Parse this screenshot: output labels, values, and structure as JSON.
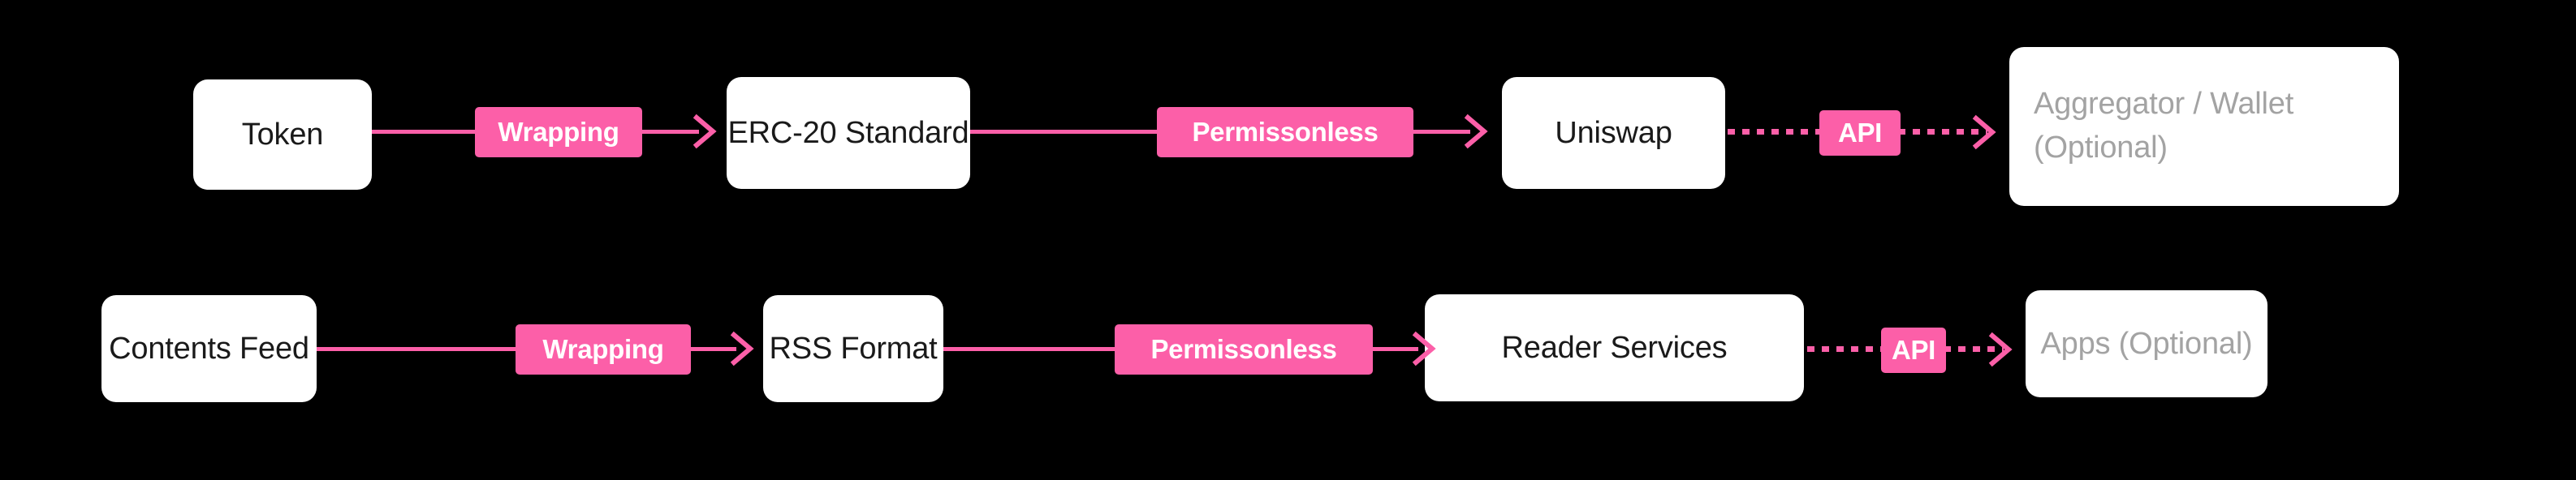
{
  "diagram": {
    "title": "Token / Contents Feed wrapping and distribution flow",
    "background_color": "#000000",
    "accent_color": "#fc5fa8",
    "node_fill_color": "#ffffff",
    "node_text_color": "#1a1a1a",
    "optional_text_color": "#a3a3a3",
    "rows": [
      {
        "id": "token-row",
        "nodes": [
          {
            "id": "token",
            "label": "Token",
            "optional": false
          },
          {
            "id": "erc20-standard",
            "label": "ERC-20 Standard",
            "optional": false
          },
          {
            "id": "uniswap",
            "label": "Uniswap",
            "optional": false
          },
          {
            "id": "aggregator-wallet",
            "label": "Aggregator / Wallet\n(Optional)",
            "line1": "Aggregator / Wallet",
            "line2": "(Optional)",
            "optional": true
          }
        ],
        "edges": [
          {
            "id": "token-to-erc20",
            "label": "Wrapping",
            "style": "solid"
          },
          {
            "id": "erc20-to-uniswap",
            "label": "Permissonless",
            "style": "solid"
          },
          {
            "id": "uniswap-to-aggregator",
            "label": "API",
            "style": "dotted"
          }
        ]
      },
      {
        "id": "contents-row",
        "nodes": [
          {
            "id": "contents-feed",
            "label": "Contents Feed",
            "optional": false
          },
          {
            "id": "rss-format",
            "label": "RSS Format",
            "optional": false
          },
          {
            "id": "reader-services",
            "label": "Reader Services",
            "optional": false
          },
          {
            "id": "apps",
            "label": "Apps (Optional)",
            "optional": true
          }
        ],
        "edges": [
          {
            "id": "feed-to-rss",
            "label": "Wrapping",
            "style": "solid"
          },
          {
            "id": "rss-to-reader",
            "label": "Permissonless",
            "style": "solid"
          },
          {
            "id": "reader-to-apps",
            "label": "API",
            "style": "dotted"
          }
        ]
      }
    ]
  }
}
